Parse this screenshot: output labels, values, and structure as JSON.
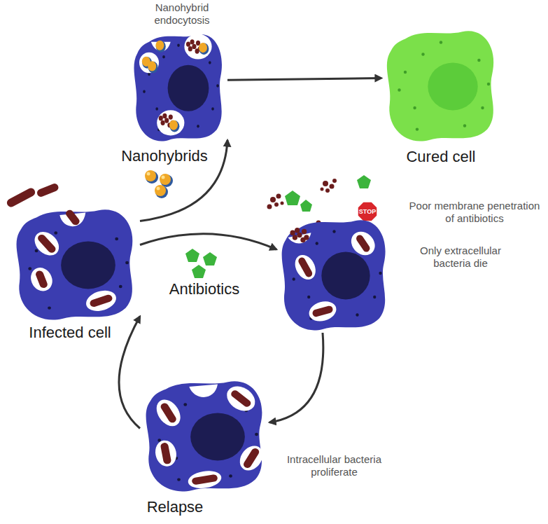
{
  "diagram": {
    "nodes": [
      {
        "text": [
          "Nanohybrid endocytosis",
          "Nanohybrids"
        ]
      },
      {
        "text": [
          "Cured cell"
        ]
      },
      {
        "text": [
          "Infected cell"
        ]
      },
      {
        "text": [
          "Poor membrane penetration of antibiotics",
          "Only extracellular bacteria die"
        ]
      },
      {
        "text": [
          "Relapse",
          "Intracellular bacteria proliferate"
        ]
      }
    ],
    "edges": [
      {
        "from": 2,
        "to": 0,
        "arrow": "to"
      },
      {
        "from": 0,
        "to": 1,
        "arrow": "to"
      },
      {
        "from": 2,
        "to": 3,
        "label": "Antibiotics",
        "arrow": "to"
      },
      {
        "from": 3,
        "to": 4,
        "arrow": "to"
      },
      {
        "from": 4,
        "to": 2,
        "arrow": "to"
      }
    ],
    "labels": [
      "STOP"
    ]
  }
}
